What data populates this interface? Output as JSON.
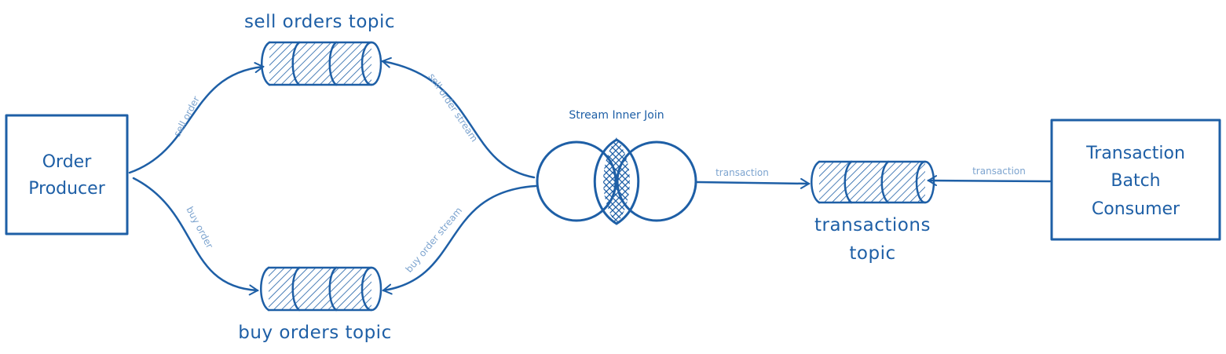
{
  "colors": {
    "stroke": "#1e5fa6",
    "edge_label": "#7da4cf",
    "background": "#ffffff"
  },
  "nodes": {
    "order_producer": {
      "line1": "Order",
      "line2": "Producer"
    },
    "transaction_consumer": {
      "line1": "Transaction",
      "line2": "Batch",
      "line3": "Consumer"
    },
    "sell_topic": {
      "label": "sell orders topic"
    },
    "buy_topic": {
      "label": "buy orders topic"
    },
    "transactions_topic": {
      "line1": "transactions",
      "line2": "topic"
    },
    "join": {
      "label": "Stream Inner Join"
    }
  },
  "edges": {
    "sell_order": "sell order",
    "buy_order": "buy order",
    "sell_order_stream": "sell order stream",
    "buy_order_stream": "buy order stream",
    "transaction_out": "transaction",
    "transaction_in": "transaction"
  }
}
